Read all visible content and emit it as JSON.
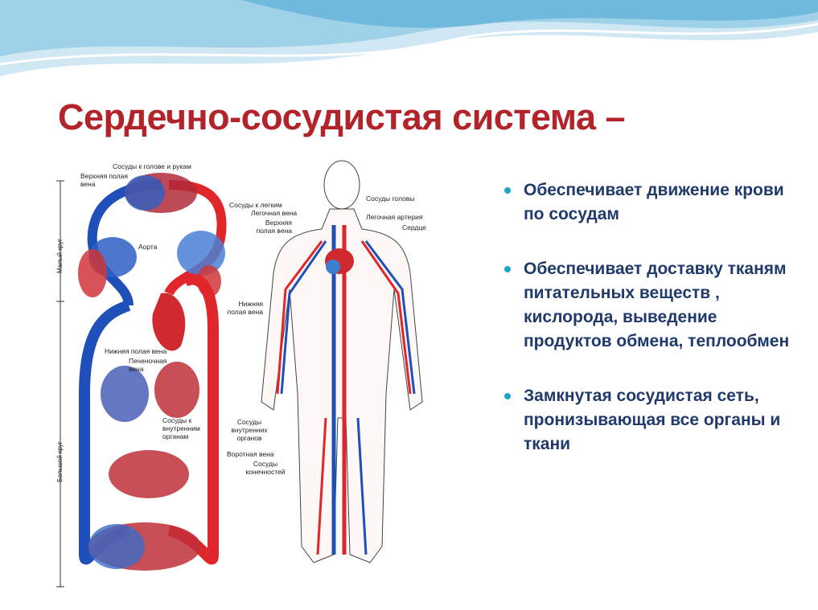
{
  "slide": {
    "title": "Сердечно-сосудистая система –",
    "bullets": [
      "Обеспечивает движение крови по сосудам",
      "Обеспечивает доставку  тканям питательных веществ , кислорода, выведение продуктов  обмена, теплообмен",
      "Замкнутая сосудистая сеть, пронизывающая все органы и ткани"
    ],
    "colors": {
      "title": "#b3232a",
      "text": "#1f3a6b",
      "bullet": "#1aa6c4",
      "artery": "#e0262b",
      "vein": "#1f4fb8"
    }
  },
  "circulation_diagram": {
    "labels": {
      "head_arms": "Сосуды к голове и рукам",
      "superior_vena_cava": "Верхняя полая вена",
      "lungs": "Сосуды к легким",
      "aorta": "Аорта",
      "inferior_vena_cava": "Нижняя полая вена",
      "hepatic_vein": "Печеночная вена",
      "internal_organs": "Сосуды к внутренним органам",
      "pulmonary_circuit": "Малый круг",
      "systemic_circuit": "Большой круг"
    }
  },
  "body_diagram": {
    "labels": {
      "head_vessels": "Сосуды головы",
      "pulmonary_vein": "Легочная вена",
      "pulmonary_artery": "Легочная артерия",
      "superior_vena_cava": "Верхняя полая вена",
      "heart": "Сердце",
      "inferior_vena_cava": "Нижняя полая вена",
      "internal_organ_vessels": "Сосуды внутренних органов",
      "portal_vein": "Воротная вена",
      "limb_vessels": "Сосуды конечностей"
    }
  }
}
